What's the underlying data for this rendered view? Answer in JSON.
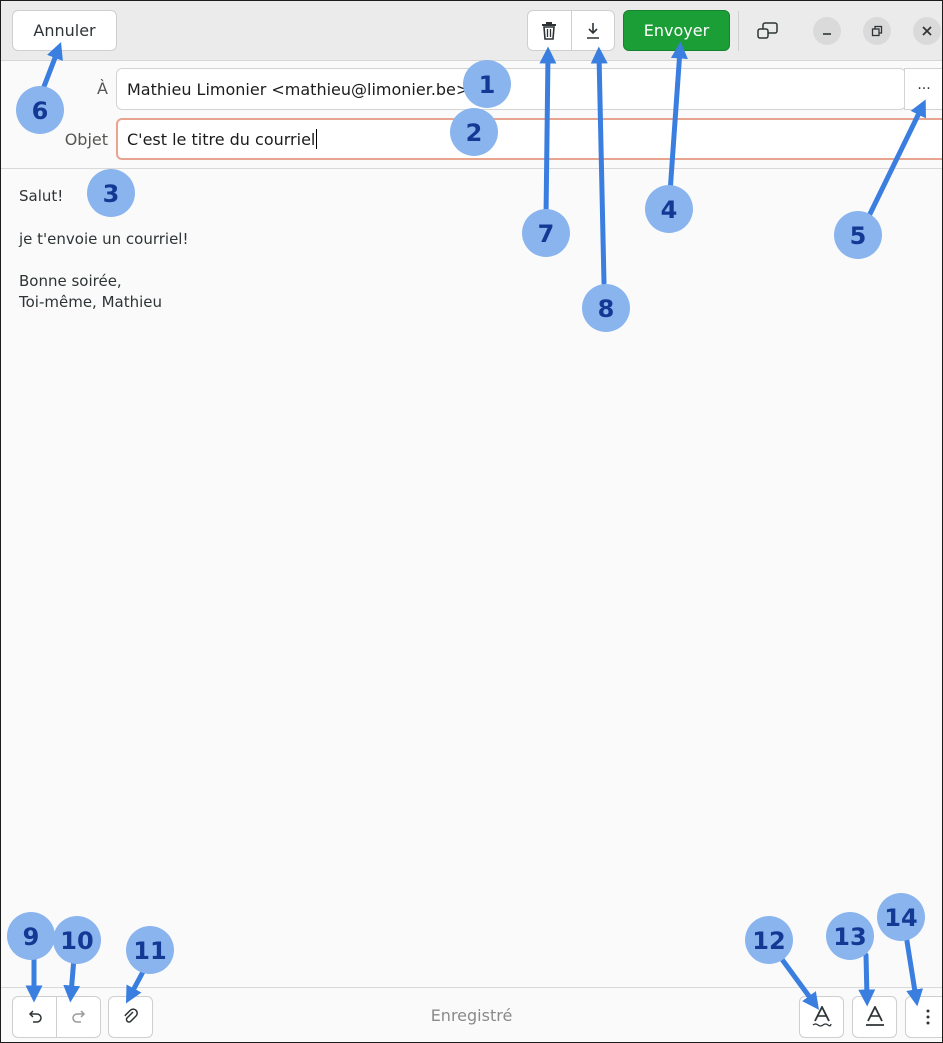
{
  "header": {
    "cancel_label": "Annuler",
    "send_label": "Envoyer",
    "delete_icon": "trash-icon",
    "save_draft_icon": "download-icon",
    "window_controls": [
      "restore-icon",
      "minimize-icon",
      "maximize-icon",
      "close-icon"
    ]
  },
  "fields": {
    "to_label": "À",
    "to_value": "Mathieu Limonier <mathieu@limonier.be>",
    "more_label": "···",
    "subject_label": "Objet",
    "subject_value": "C'est le titre du courriel"
  },
  "message": {
    "line1": "Salut!",
    "line2": "je t'envoie un courriel!",
    "line3": "Bonne soirée,",
    "line4": "Toi-même, Mathieu"
  },
  "footer": {
    "status": "Enregistré",
    "undo_icon": "undo-icon",
    "redo_icon": "redo-icon",
    "attach_icon": "paperclip-icon",
    "spellcheck_icon": "spellcheck-icon",
    "format_icon": "text-format-icon",
    "menu_icon": "vertical-dots-icon"
  },
  "callouts": {
    "c1": "1",
    "c2": "2",
    "c3": "3",
    "c4": "4",
    "c5": "5",
    "c6": "6",
    "c7": "7",
    "c8": "8",
    "c9": "9",
    "c10": "10",
    "c11": "11",
    "c12": "12",
    "c13": "13",
    "c14": "14"
  },
  "colors": {
    "send_button": "#1b9e36",
    "focus_border": "#e9a48f",
    "callout_fill": "#8ab4ee",
    "callout_text": "#123a94",
    "arrow": "#3a7ee0"
  }
}
